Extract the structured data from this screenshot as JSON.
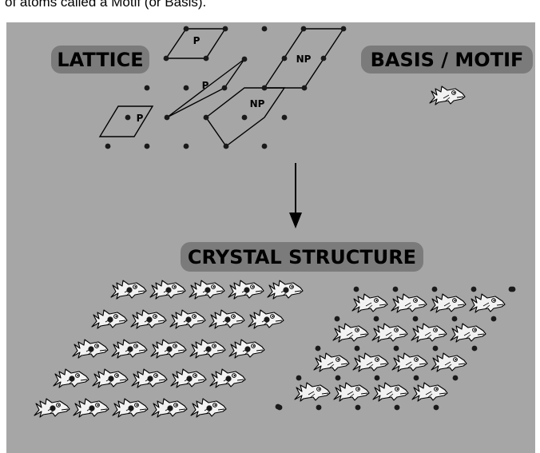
{
  "caption": "of atoms called a Motif (or Basis).",
  "titles": {
    "lattice": "LATTICE",
    "basis": "BASIS / MOTIF",
    "crystal": "CRYSTAL STRUCTURE"
  },
  "cell_labels": {
    "p_top": "P",
    "p_middle": "P",
    "p_left": "P",
    "np_top": "NP",
    "np_middle": "NP"
  },
  "colors": {
    "background": "#a6a6a6",
    "title_pill": "#7b7b7b",
    "fish_body": "#f2f2f2",
    "lattice_point": "#1a1a1a"
  },
  "icons": {
    "motif": "fish-icon",
    "lattice_point": "dot",
    "arrow": "down-arrow"
  }
}
